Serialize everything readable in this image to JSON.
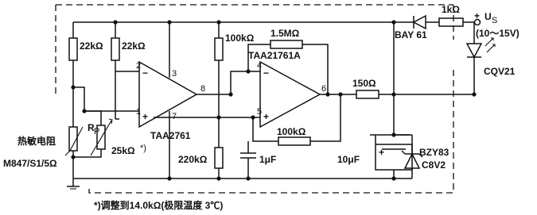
{
  "components": {
    "r1": "22kΩ",
    "r2": "22kΩ",
    "r3": "100kΩ",
    "r4": "1.5MΩ",
    "r5": "100kΩ",
    "r6": "150Ω",
    "r7": "220kΩ",
    "r8": "1kΩ",
    "c1": "1μF",
    "c2": "10μF",
    "diode": "BAY 61",
    "zener_1": "BZY83",
    "zener_2": "C8V2",
    "led": "CQV21",
    "opamp1": "TAA2761",
    "opamp2": "TAA21761A",
    "rp_label": "R",
    "rp_sub": "P",
    "rp_value": "25kΩ",
    "rp_mark": "*)",
    "thermistor_label": "热敏电阻",
    "thermistor_part": "M847/S1/5Ω"
  },
  "supply": {
    "plus": "+",
    "u_label": "U",
    "u_sub": "S",
    "range": "(10～15V)"
  },
  "pins": {
    "op1_inv": "2",
    "op1_noninv": "1",
    "op1_vplus": "3",
    "op1_out": "8",
    "op1_gnd": "7",
    "op2_inv": "4",
    "op2_noninv": "5",
    "op2_out": "6",
    "minus": "−",
    "plus": "+",
    "cap_plus": "+"
  },
  "footnote": "*)调整到14.0kΩ(极限温度 3℃)"
}
